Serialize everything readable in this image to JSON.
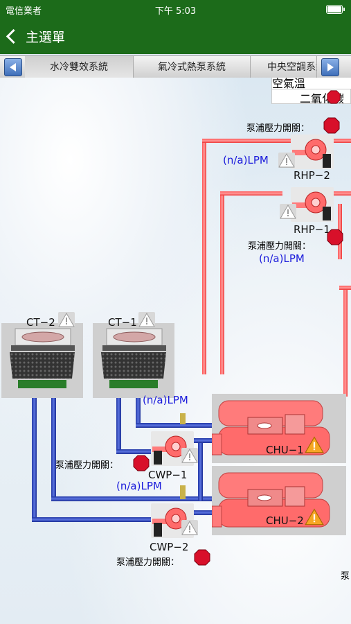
{
  "status": {
    "carrier": "電信業者",
    "time": "下午 5:03"
  },
  "nav": {
    "back_label": "主選單"
  },
  "tabs": [
    {
      "label": "水冷雙效系統",
      "active": true
    },
    {
      "label": "氣冷式熱泵系統",
      "active": false
    },
    {
      "label": "中央空調系統",
      "active": false
    }
  ],
  "panel": {
    "row1": "空氣溫",
    "row2": "二氧化碳"
  },
  "labels": {
    "pump_switch": "泵浦壓力開關：",
    "flow": "(n/a)LPM",
    "rhp2": "RHP−2",
    "rhp1": "RHP−1",
    "ct2": "CT−2",
    "ct1": "CT−1",
    "cwp1": "CWP−1",
    "cwp2": "CWP−2",
    "chu1": "CHU−1",
    "chu2": "CHU−2",
    "edge": "泵"
  },
  "colors": {
    "nav_green": "#1c6b1a",
    "hot_pipe": "#ff6b6b",
    "cold_pipe": "#2a44b8",
    "alarm": "#d8102a"
  }
}
